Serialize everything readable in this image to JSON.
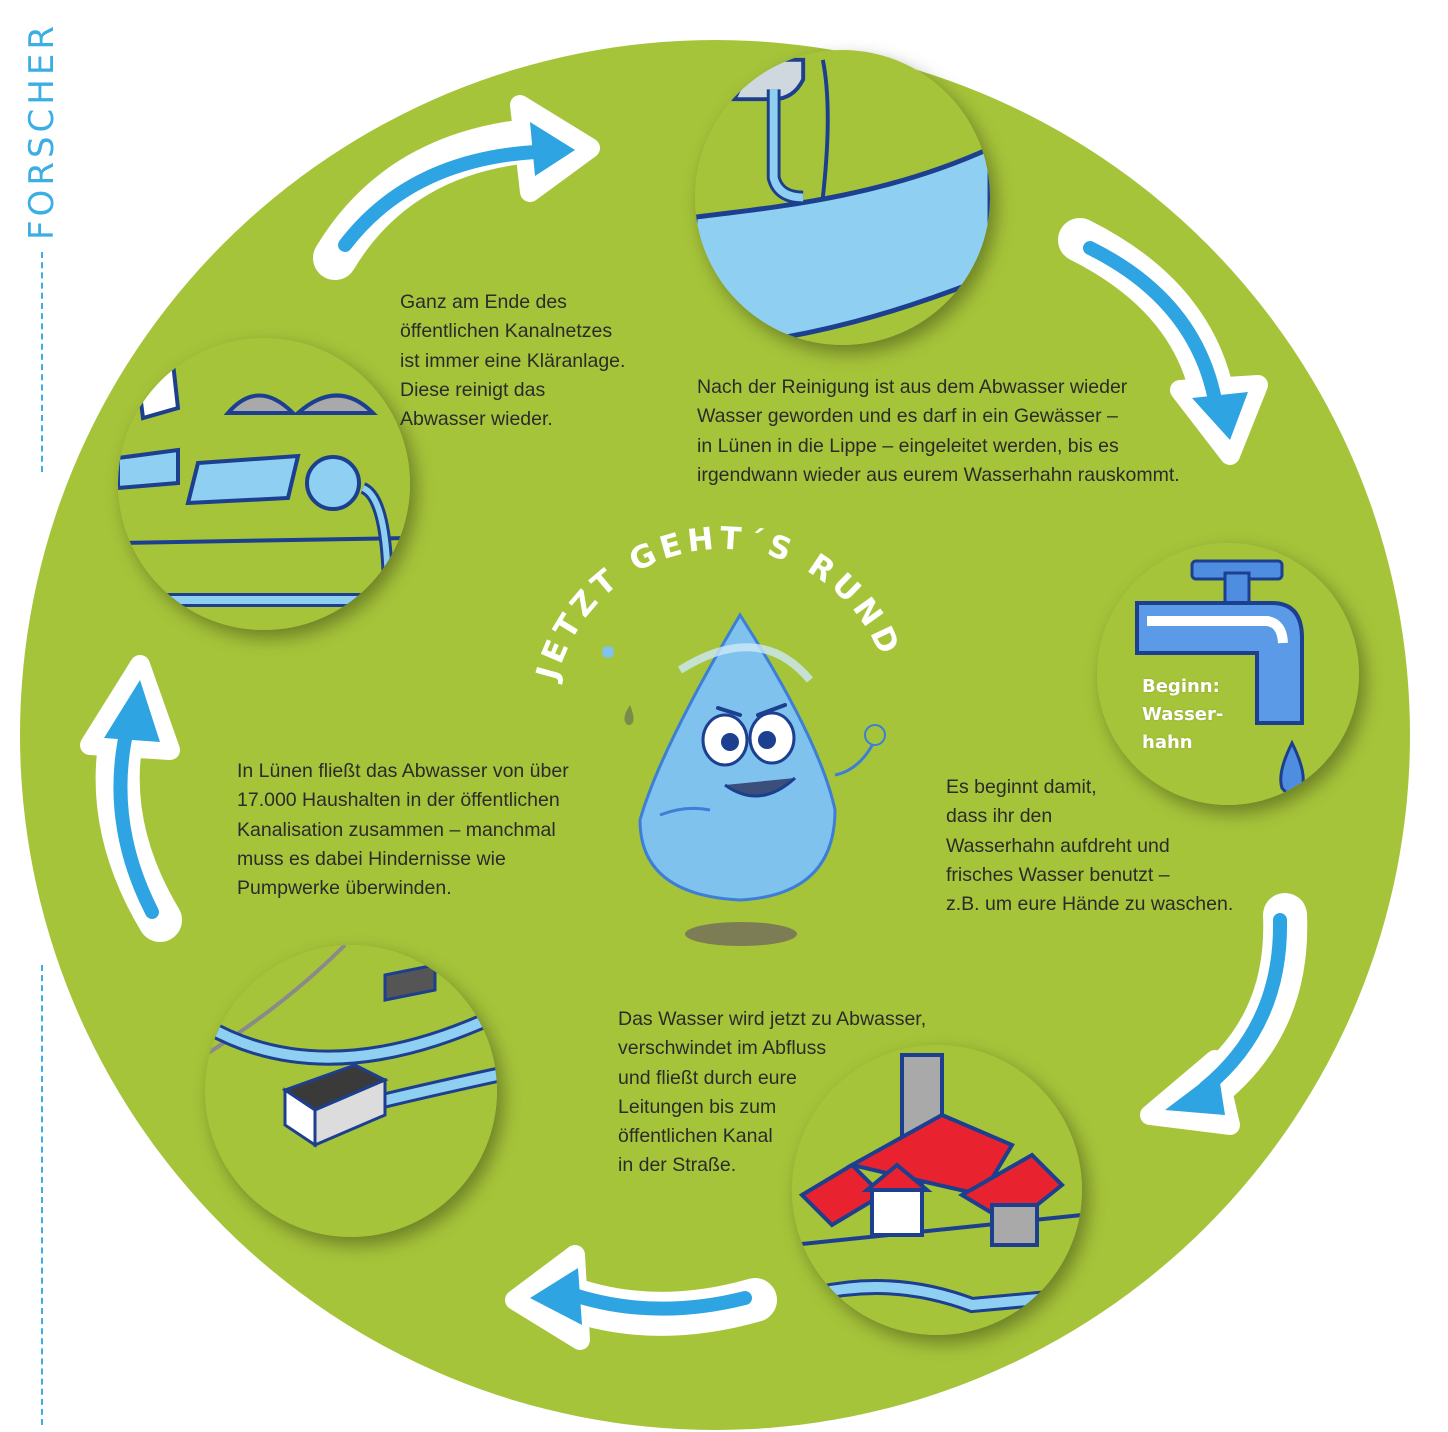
{
  "side_label": "FORSCHER",
  "title": "JETZT GEHT´S RUND!",
  "start_label": "Beginn:\nWasser-\nhahn",
  "steps": {
    "tap": "Es beginnt damit,\ndass ihr den\nWasserhahn aufdreht und\nfrisches Wasser benutzt –\nz.B. um eure Hände zu waschen.",
    "drain": "Das Wasser wird jetzt zu Abwasser,\nverschwindet im Abfluss\nund fließt durch eure\nLeitungen bis zum\nöffentlichen Kanal\nin der Straße.",
    "sewer": "In Lünen fließt das Abwasser von über\n17.000 Haushalten in der öffentlichen\nKanalisation zusammen – manchmal\nmuss es dabei Hindernisse wie\nPumpwerke überwinden.",
    "plant": "Ganz am Ende des\nöffentlichen Kanalnetzes\nist immer eine Kläranlage.\nDiese reinigt das\n   Abwasser wieder.",
    "river": "Nach der Reinigung ist aus dem Abwasser wieder\nWasser geworden und es darf in ein Gewässer –\nin Lünen in die Lippe – eingeleitet werden, bis es\nirgendwann wieder  aus eurem Wasserhahn rauskommt."
  },
  "colors": {
    "circle_green": "#a6c43a",
    "water_blue": "#8fd0f2",
    "arrow_blue": "#2ea4e2",
    "outline_navy": "#1c3f8f",
    "roof_red": "#e8232f"
  }
}
